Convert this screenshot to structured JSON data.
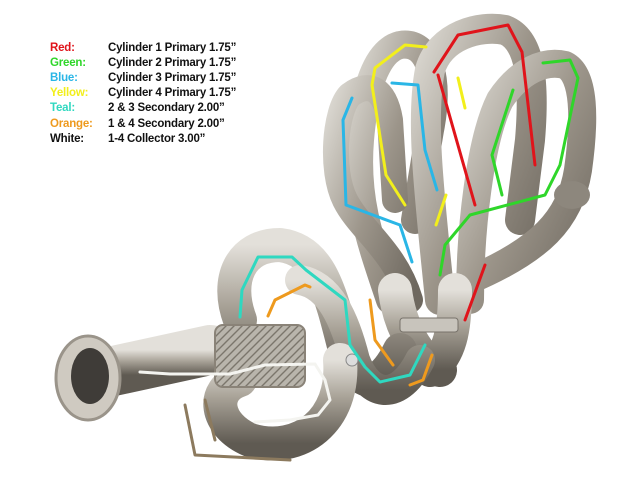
{
  "legend": {
    "items": [
      {
        "key": "Red:",
        "value": "Cylinder 1 Primary 1.75”",
        "color": "#e0141b"
      },
      {
        "key": "Green:",
        "value": "Cylinder 2 Primary 1.75”",
        "color": "#2fd62a"
      },
      {
        "key": "Blue:",
        "value": "Cylinder 3 Primary 1.75”",
        "color": "#2ab6e6"
      },
      {
        "key": "Yellow:",
        "value": "Cylinder 4 Primary 1.75”",
        "color": "#f2ef1c"
      },
      {
        "key": "Teal:",
        "value": "2 & 3 Secondary 2.00”",
        "color": "#2fd8c0"
      },
      {
        "key": "Orange:",
        "value": "1 & 4 Secondary 2.00”",
        "color": "#ee9a1e"
      },
      {
        "key": "White:",
        "value": "1-4 Collector 3.00”",
        "color": "#111111"
      }
    ]
  },
  "image": {
    "subject": "exhaust-header-with-downpipe",
    "trace_colors": {
      "red": "#e0141b",
      "green": "#2fd62a",
      "blue": "#2ab6e6",
      "yellow": "#f2ef1c",
      "teal": "#2fd8c0",
      "orange": "#ee9a1e",
      "white": "#f4f4f0"
    }
  }
}
